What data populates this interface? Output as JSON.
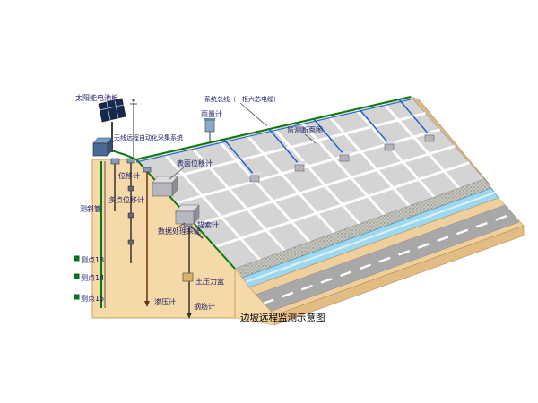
{
  "caption": "边坡远程监测示意图",
  "labels": {
    "solar_panel": "太阳能电池板",
    "system_bus": "系统总线（一根六芯电缆）",
    "rain_gauge": "雨量计",
    "monitoring_section": "监测断面图",
    "wireless_acquisition": "无线远程自动化采集系统",
    "surface_displacement": "表面位移计",
    "displacement": "位移计",
    "multipoint_displacement": "多点位移计",
    "inclinometer_tube": "测斜管",
    "data_processing": "数据处理系统",
    "anchor_gauge": "锚索计",
    "point_13": "测点13",
    "point_14": "测点14",
    "point_15": "测点15",
    "piezometer": "渗压计",
    "earth_pressure_cell": "土压力盒",
    "rebar_gauge": "钢筋计"
  },
  "colors": {
    "ground_tan": "#F6D9A8",
    "grid_surface": "#D4D4D4",
    "riprap_band": "#C6C6BE",
    "channel_blue": "#9FD8EC",
    "road_gray": "#A8A8A8",
    "cable_green": "#0a7a0a",
    "cable_blue": "#1560d0",
    "label_text": "#1b1b66"
  }
}
